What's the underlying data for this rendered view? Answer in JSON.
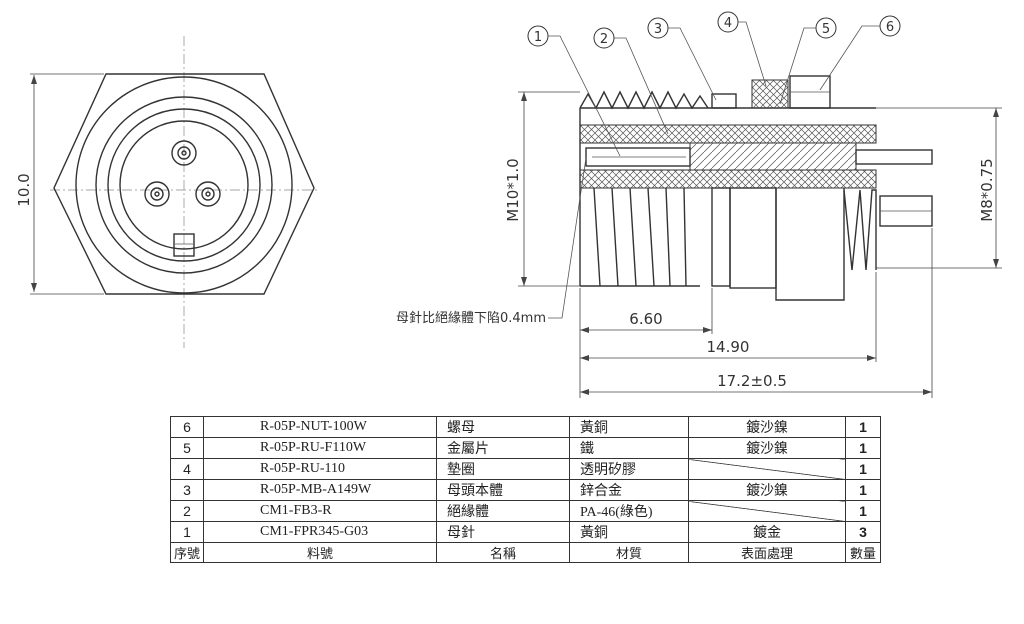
{
  "drawing": {
    "front_view": {
      "dim_height": "10.0"
    },
    "side_view": {
      "balloons": [
        "1",
        "2",
        "3",
        "4",
        "5",
        "6"
      ],
      "dim_thread_left": "M10*1.0",
      "dim_thread_right": "M8*0.75",
      "dim_length_a": "6.60",
      "dim_length_b": "14.90",
      "dim_length_total": "17.2±0.5",
      "recess_note": "母針比絕緣體下陷0.4mm"
    }
  },
  "bom": {
    "header": [
      "序號",
      "料號",
      "名稱",
      "材質",
      "表面處理",
      "數量"
    ],
    "rows": [
      {
        "no": "6",
        "part": "R-05P-NUT-100W",
        "name": "螺母",
        "material": "黃銅",
        "finish": "鍍沙鎳",
        "qty": "1"
      },
      {
        "no": "5",
        "part": "R-05P-RU-F110W",
        "name": "金屬片",
        "material": "鐵",
        "finish": "鍍沙鎳",
        "qty": "1"
      },
      {
        "no": "4",
        "part": "R-05P-RU-110",
        "name": "墊圈",
        "material": "透明矽膠",
        "finish": "",
        "qty": "1"
      },
      {
        "no": "3",
        "part": "R-05P-MB-A149W",
        "name": "母頭本體",
        "material": "鋅合金",
        "finish": "鍍沙鎳",
        "qty": "1"
      },
      {
        "no": "2",
        "part": "CM1-FB3-R",
        "name": "絕緣體",
        "material": "PA-46(綠色)",
        "finish": "",
        "qty": "1"
      },
      {
        "no": "1",
        "part": "CM1-FPR345-G03",
        "name": "母針",
        "material": "黃銅",
        "finish": "鍍金",
        "qty": "3"
      }
    ]
  }
}
